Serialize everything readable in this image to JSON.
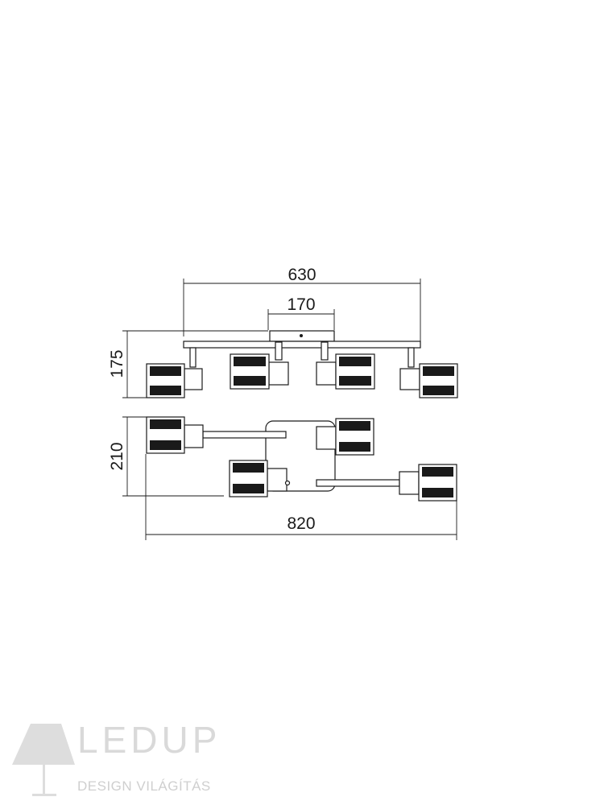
{
  "dimensions": {
    "overall_width_top": "630",
    "center_plate_width": "170",
    "height_side": "175",
    "depth_top_view": "210",
    "overall_width_bottom": "820"
  },
  "logo": {
    "wordmark": "LEDUP",
    "tagline": "DESIGN VILÁGÍTÁS"
  },
  "colors": {
    "line": "#1a1a1a",
    "logo": "#d9d9d9"
  }
}
